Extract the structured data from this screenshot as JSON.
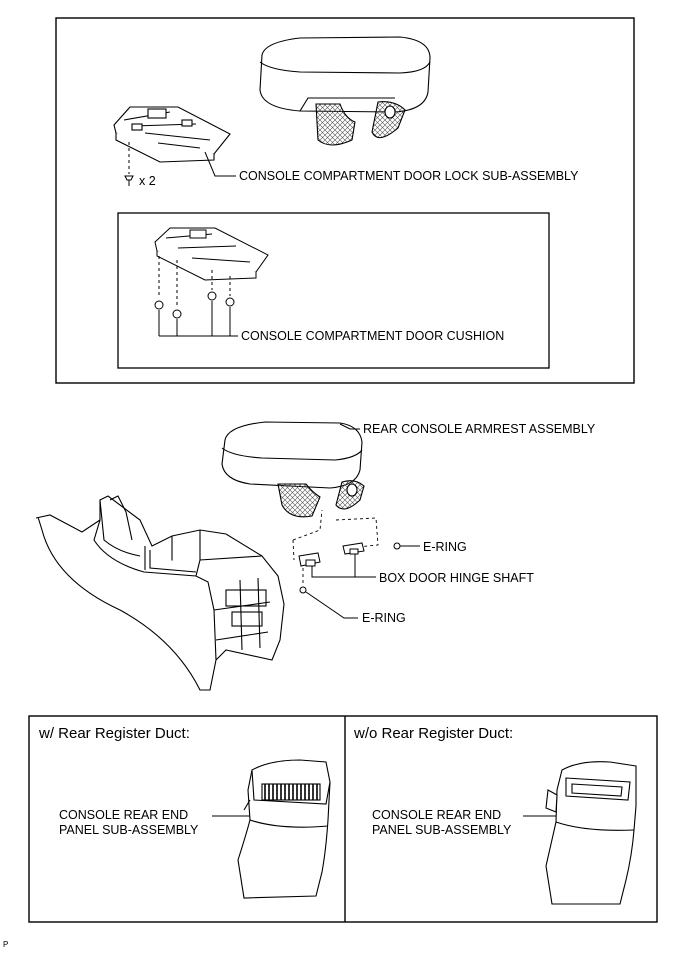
{
  "labels": {
    "lock_sub_assembly": "CONSOLE COMPARTMENT DOOR LOCK SUB-ASSEMBLY",
    "screw_qty": "x 2",
    "door_cushion": "CONSOLE COMPARTMENT DOOR CUSHION",
    "armrest_assembly": "REAR CONSOLE ARMREST ASSEMBLY",
    "e_ring_upper": "E-RING",
    "hinge_shaft": "BOX DOOR HINGE SHAFT",
    "e_ring_lower": "E-RING"
  },
  "variants": [
    {
      "header": "w/ Rear Register Duct:",
      "part_line1": "CONSOLE REAR END",
      "part_line2": "PANEL SUB-ASSEMBLY"
    },
    {
      "header": "w/o Rear Register Duct:",
      "part_line1": "CONSOLE REAR END",
      "part_line2": "PANEL SUB-ASSEMBLY"
    }
  ],
  "footer_code": "P"
}
